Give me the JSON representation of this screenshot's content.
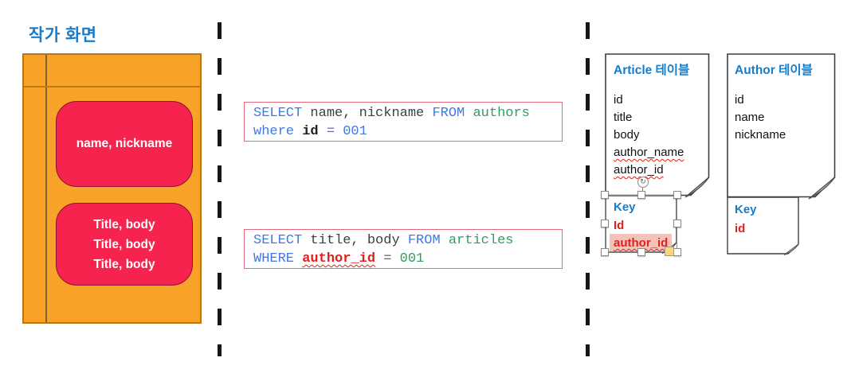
{
  "title": "작가 화면",
  "wireframe": {
    "box1": "name, nickname",
    "box2_lines": [
      {
        "text": "Title, body"
      },
      {
        "text": "Title, body"
      },
      {
        "text": "Title, body"
      }
    ]
  },
  "sql_queries": [
    {
      "lines": [
        [
          {
            "text": "SELECT ",
            "style": "blue"
          },
          {
            "text": "name, nickname ",
            "style": "dark"
          },
          {
            "text": "FROM ",
            "style": "blue"
          },
          {
            "text": "authors",
            "style": "green"
          }
        ],
        [
          {
            "text": "where ",
            "style": "blue"
          },
          {
            "text": "id ",
            "style": "darkbold"
          },
          {
            "text": "= ",
            "style": "blue"
          },
          {
            "text": "001",
            "style": "blue"
          }
        ]
      ]
    },
    {
      "lines": [
        [
          {
            "text": "SELECT ",
            "style": "blue"
          },
          {
            "text": "title, body ",
            "style": "dark"
          },
          {
            "text": "FROM ",
            "style": "blue"
          },
          {
            "text": "articles",
            "style": "green"
          }
        ],
        [
          {
            "text": "WHERE ",
            "style": "blue"
          },
          {
            "text": "author_id",
            "style": "redwavy"
          },
          {
            "text": " = ",
            "style": "gray"
          },
          {
            "text": "001",
            "style": "green"
          }
        ]
      ]
    }
  ],
  "article_table": {
    "title": "Article 테이블",
    "fields": [
      {
        "name": "id"
      },
      {
        "name": "title"
      },
      {
        "name": "body"
      },
      {
        "name": "author_name",
        "wavy": true
      },
      {
        "name": "author_id",
        "wavy": true
      }
    ],
    "key": {
      "label": "Key",
      "entries": [
        {
          "text": "Id"
        },
        {
          "text": "author_id",
          "wavy": true,
          "highlighted": true
        }
      ]
    }
  },
  "author_table": {
    "title": "Author 테이블",
    "fields": [
      {
        "name": "id"
      },
      {
        "name": "name"
      },
      {
        "name": "nickname"
      }
    ],
    "key": {
      "label": "Key",
      "entries": [
        {
          "text": "id"
        }
      ]
    }
  },
  "icons": {
    "rotate_glyph": "↻"
  },
  "colors": {
    "accent-blue": "#177CC9",
    "sql-blue": "#4478DB",
    "sql-green": "#2F9E5B",
    "red": "#E0201D",
    "orange-fill": "#F9A228",
    "orange-border": "#B97614",
    "pink-fill": "#F6234F",
    "pink-border": "#8F1030",
    "sql-box-border": "#E5677C",
    "highlight-pink": "#F3C3BA"
  }
}
